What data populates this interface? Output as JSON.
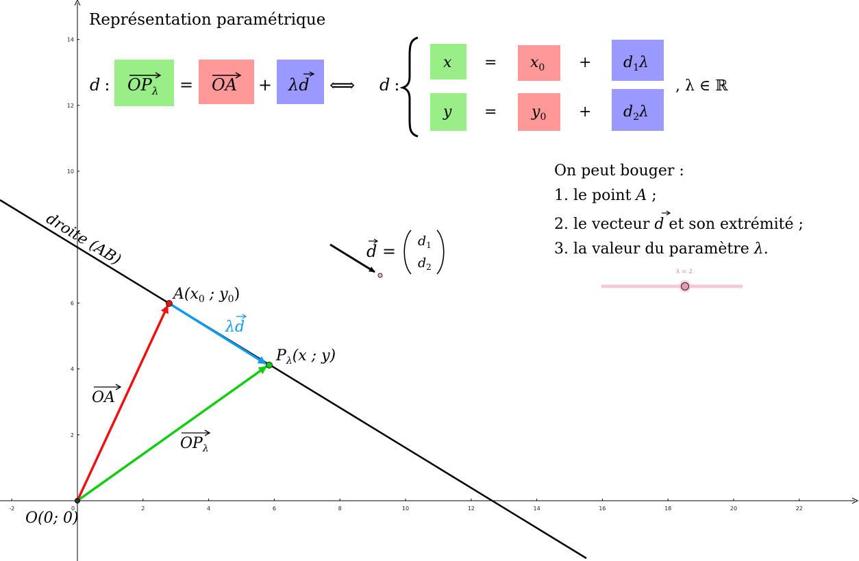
{
  "title": "Représentation paramétrique",
  "equation": {
    "d": "d",
    "colon": ":",
    "op": "OP",
    "op_sub": "λ",
    "equals": "=",
    "oa": "OA",
    "plus": "+",
    "lambda_d": "λd",
    "iff": "⟺",
    "set": ", λ ∈ ℝ",
    "rows": [
      {
        "lhs": "x",
        "eq": "=",
        "p0": "x",
        "p0_sub": "0",
        "plus": "+",
        "term": "d",
        "term_sub": "1",
        "term_tail": "λ"
      },
      {
        "lhs": "y",
        "eq": "=",
        "p0": "y",
        "p0_sub": "0",
        "plus": "+",
        "term": "d",
        "term_sub": "2",
        "term_tail": "λ"
      }
    ]
  },
  "instructions": {
    "heading": "On peut bouger  :",
    "item1_prefix": "1. le point ",
    "item1_var": "A",
    "item1_suffix": " ;",
    "item2_prefix": "2. le vecteur ",
    "item2_var": "d",
    "item2_suffix": " et son extrémité ;",
    "item3_prefix": "3. la valeur du paramètre ",
    "item3_var": "λ",
    "item3_suffix": "."
  },
  "slider": {
    "label": "λ = 2",
    "value": 2,
    "min": -5,
    "max": 5
  },
  "labels": {
    "line": "droite (AB)",
    "point_a": "A(x",
    "point_a_sub": "0",
    "point_a_mid": " ; y",
    "point_a_sub2": "0",
    "point_a_end": ")",
    "point_p": "P",
    "point_p_sub": "λ",
    "point_p_end": "(x ; y)",
    "origin": "O(0; 0)",
    "vec_oa": "OA",
    "vec_op": "OP",
    "vec_op_sub": "λ",
    "vec_ld": "λd",
    "dvec": "d",
    "dvec_eq": "=",
    "d1": "d",
    "d1_sub": "1",
    "d2": "d",
    "d2_sub": "2"
  },
  "axes": {
    "x_ticks": [
      -2,
      2,
      4,
      6,
      8,
      10,
      12,
      14,
      16,
      18,
      20,
      22
    ],
    "y_ticks": [
      2,
      4,
      6,
      10,
      12,
      14
    ],
    "zero_label": "0"
  },
  "geometry_data": {
    "A": [
      2.8,
      6.0
    ],
    "d": [
      1.5,
      -0.9
    ],
    "lambda": 2,
    "P": [
      5.8,
      4.2
    ],
    "d_tail": [
      7.8,
      7.8
    ],
    "d_head": [
      9.2,
      6.9
    ]
  },
  "colors": {
    "green_box": "#99ee88",
    "red_box": "#ff9999",
    "blue_box": "#9999ff",
    "vector_oa": "#ee1111",
    "vector_op": "#11cc11",
    "vector_ld": "#1199ee",
    "slider": "#f5c8d8"
  }
}
